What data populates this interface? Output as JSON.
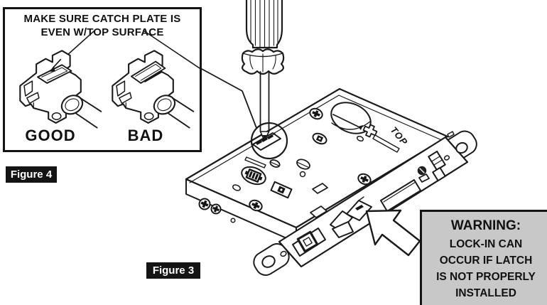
{
  "colors": {
    "line": "#1a1a1a",
    "background": "#ffffff",
    "warning_bg": "#c8c8c8",
    "badge_bg": "#141414",
    "badge_fg": "#ffffff"
  },
  "figure4": {
    "badge_label": "Figure 4",
    "callout": {
      "title_line1": "MAKE SURE CATCH PLATE IS",
      "title_line2": "EVEN W/TOP SURFACE",
      "good_label": "GOOD",
      "bad_label": "BAD"
    }
  },
  "figure3": {
    "badge_label": "Figure 3",
    "lock_marking": "TOP"
  },
  "warning": {
    "title": "WARNING:",
    "lines": [
      "LOCK-IN CAN",
      "OCCUR IF LATCH",
      "IS NOT PROPERLY",
      "INSTALLED"
    ]
  }
}
